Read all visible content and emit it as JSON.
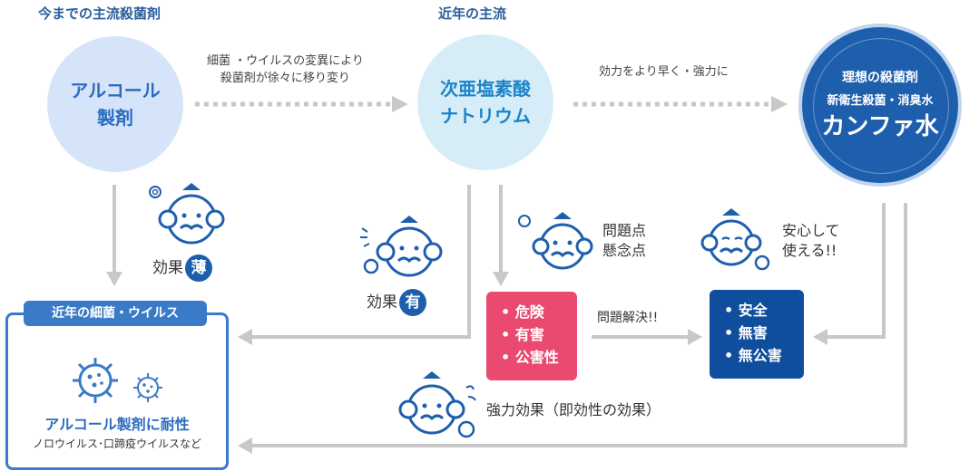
{
  "headers": {
    "current": "今までの主流殺菌剤",
    "recent": "近年の主流"
  },
  "circles": {
    "alcohol": [
      "アルコール",
      "製剤"
    ],
    "sodium": [
      "次亜塩素酸",
      "ナトリウム"
    ],
    "ideal": {
      "top": "理想の殺菌剤",
      "mid": "新衛生殺菌・消臭水",
      "main": "カンファ水"
    }
  },
  "notes": {
    "transition1": [
      "細菌 ・ウイルスの変異により",
      "殺菌剤が徐々に移り変り"
    ],
    "transition2": "効力をより早く・強力に"
  },
  "effects": {
    "weak_label": "効果",
    "weak_badge": "薄",
    "has_label": "効果",
    "has_badge": "有",
    "problem": [
      "問題点",
      "懸念点"
    ],
    "safe": [
      "安心して",
      "使える!!"
    ],
    "solved": "問題解決!!",
    "strong": "強力効果（即効性の効果）"
  },
  "danger_list": [
    "危険",
    "有害",
    "公害性"
  ],
  "safe_list": [
    "安全",
    "無害",
    "無公害"
  ],
  "virus_box": {
    "title": "近年の細菌・ウイルス",
    "resistant": "アルコール製剤に耐性",
    "examples": "ノロウイルス･口蹄疫ウイルスなど"
  },
  "colors": {
    "accent": "#1e5fad",
    "danger": "#ea4a70",
    "safe": "#0f4e9c",
    "arrow": "#c8c8c8"
  }
}
